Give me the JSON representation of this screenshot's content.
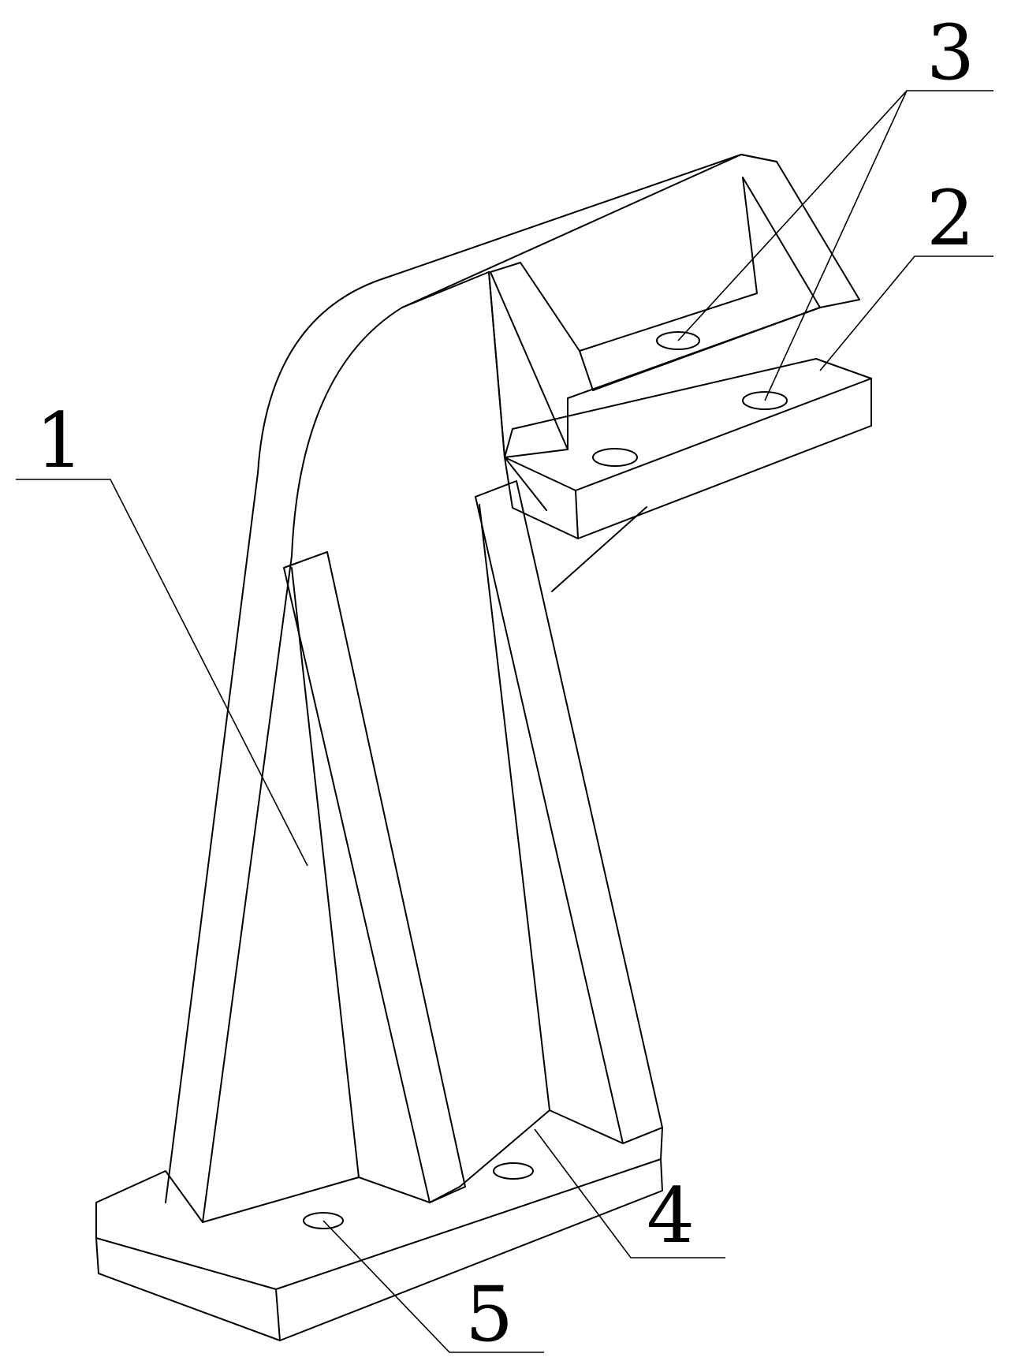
{
  "figure": {
    "line_color": "#000000",
    "background": "#ffffff",
    "callouts": [
      {
        "id": "1",
        "text": "1"
      },
      {
        "id": "2",
        "text": "2"
      },
      {
        "id": "3",
        "text": "3"
      },
      {
        "id": "4",
        "text": "4"
      },
      {
        "id": "5",
        "text": "5"
      }
    ]
  }
}
